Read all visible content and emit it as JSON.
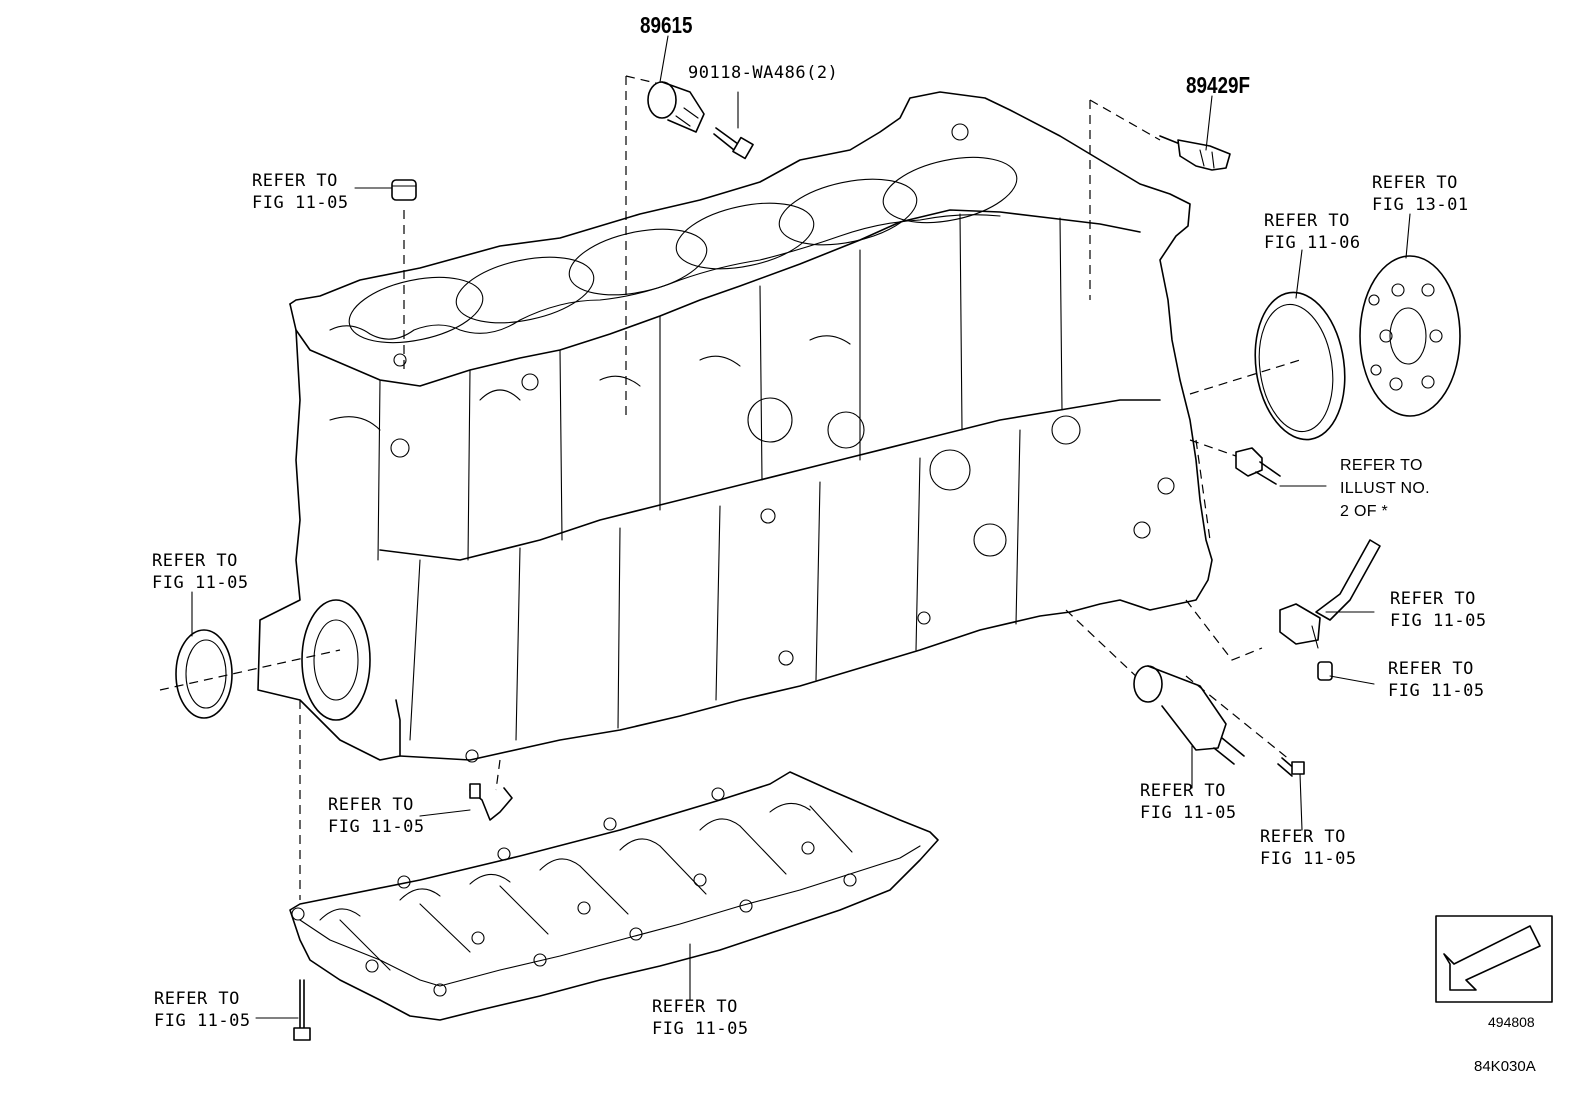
{
  "part_numbers": {
    "knock_sensor": "89615",
    "knock_sensor_bolt": "90118-WA486(2)",
    "oil_pressure_switch": "89429F"
  },
  "refer_labels": {
    "top_plug": [
      "REFER TO",
      "FIG 11-05"
    ],
    "rear_seal_retainer": [
      "REFER TO",
      "FIG 11-06"
    ],
    "drive_plate": [
      "REFER TO",
      "FIG 13-01"
    ],
    "illust": [
      "REFER TO",
      "ILLUST NO.",
      "2 OF *"
    ],
    "front_seal": [
      "REFER TO",
      "FIG 11-05"
    ],
    "oil_pipe": [
      "REFER TO",
      "FIG 11-05"
    ],
    "oil_pipe_plug": [
      "REFER TO",
      "FIG 11-05"
    ],
    "oil_nozzle": [
      "REFER TO",
      "FIG 11-05"
    ],
    "water_outlet": [
      "REFER TO",
      "FIG 11-05"
    ],
    "stud_bolt": [
      "REFER TO",
      "FIG 11-05"
    ],
    "bearing_cap_bolt": [
      "REFER TO",
      "FIG 11-05"
    ],
    "crankcase": [
      "REFER TO",
      "FIG 11-05"
    ]
  },
  "legend": {
    "code": "494808"
  },
  "illustration_code": "84K030A"
}
